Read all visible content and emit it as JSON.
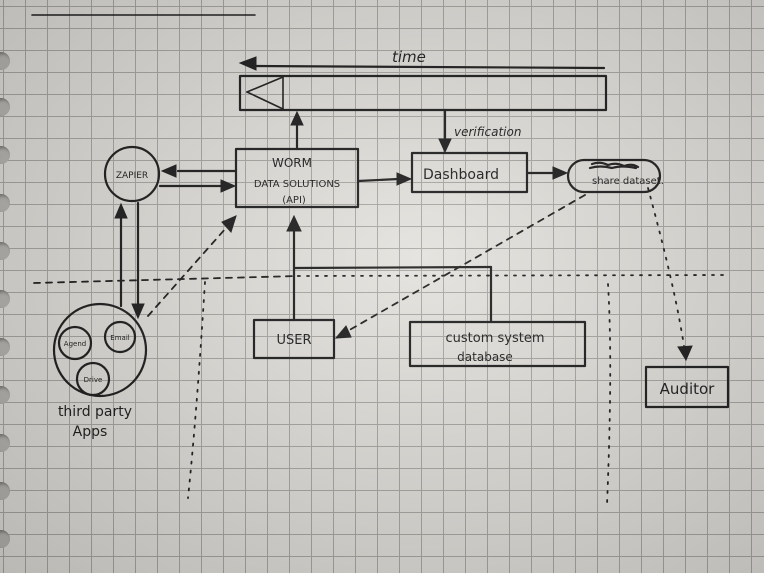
{
  "labels": {
    "time": "time",
    "verification": "verification",
    "zapier": "ZAPIER",
    "worm_line1": "WORM",
    "worm_line2": "DATA SOLUTIONS",
    "worm_line3": "(API)",
    "dashboard": "Dashboard",
    "share_dataset": "share dataset.",
    "user": "USER",
    "custom_line1": "custom system",
    "custom_line2": "database",
    "auditor": "Auditor",
    "agenda": "Agend",
    "email": "Email",
    "drive": "Drive",
    "third_party_line1": "third party",
    "third_party_line2": "Apps"
  },
  "colors": {
    "ink": "#1b1b1b",
    "paper": "#e3e1dc",
    "grid": "#a9a7a3"
  }
}
